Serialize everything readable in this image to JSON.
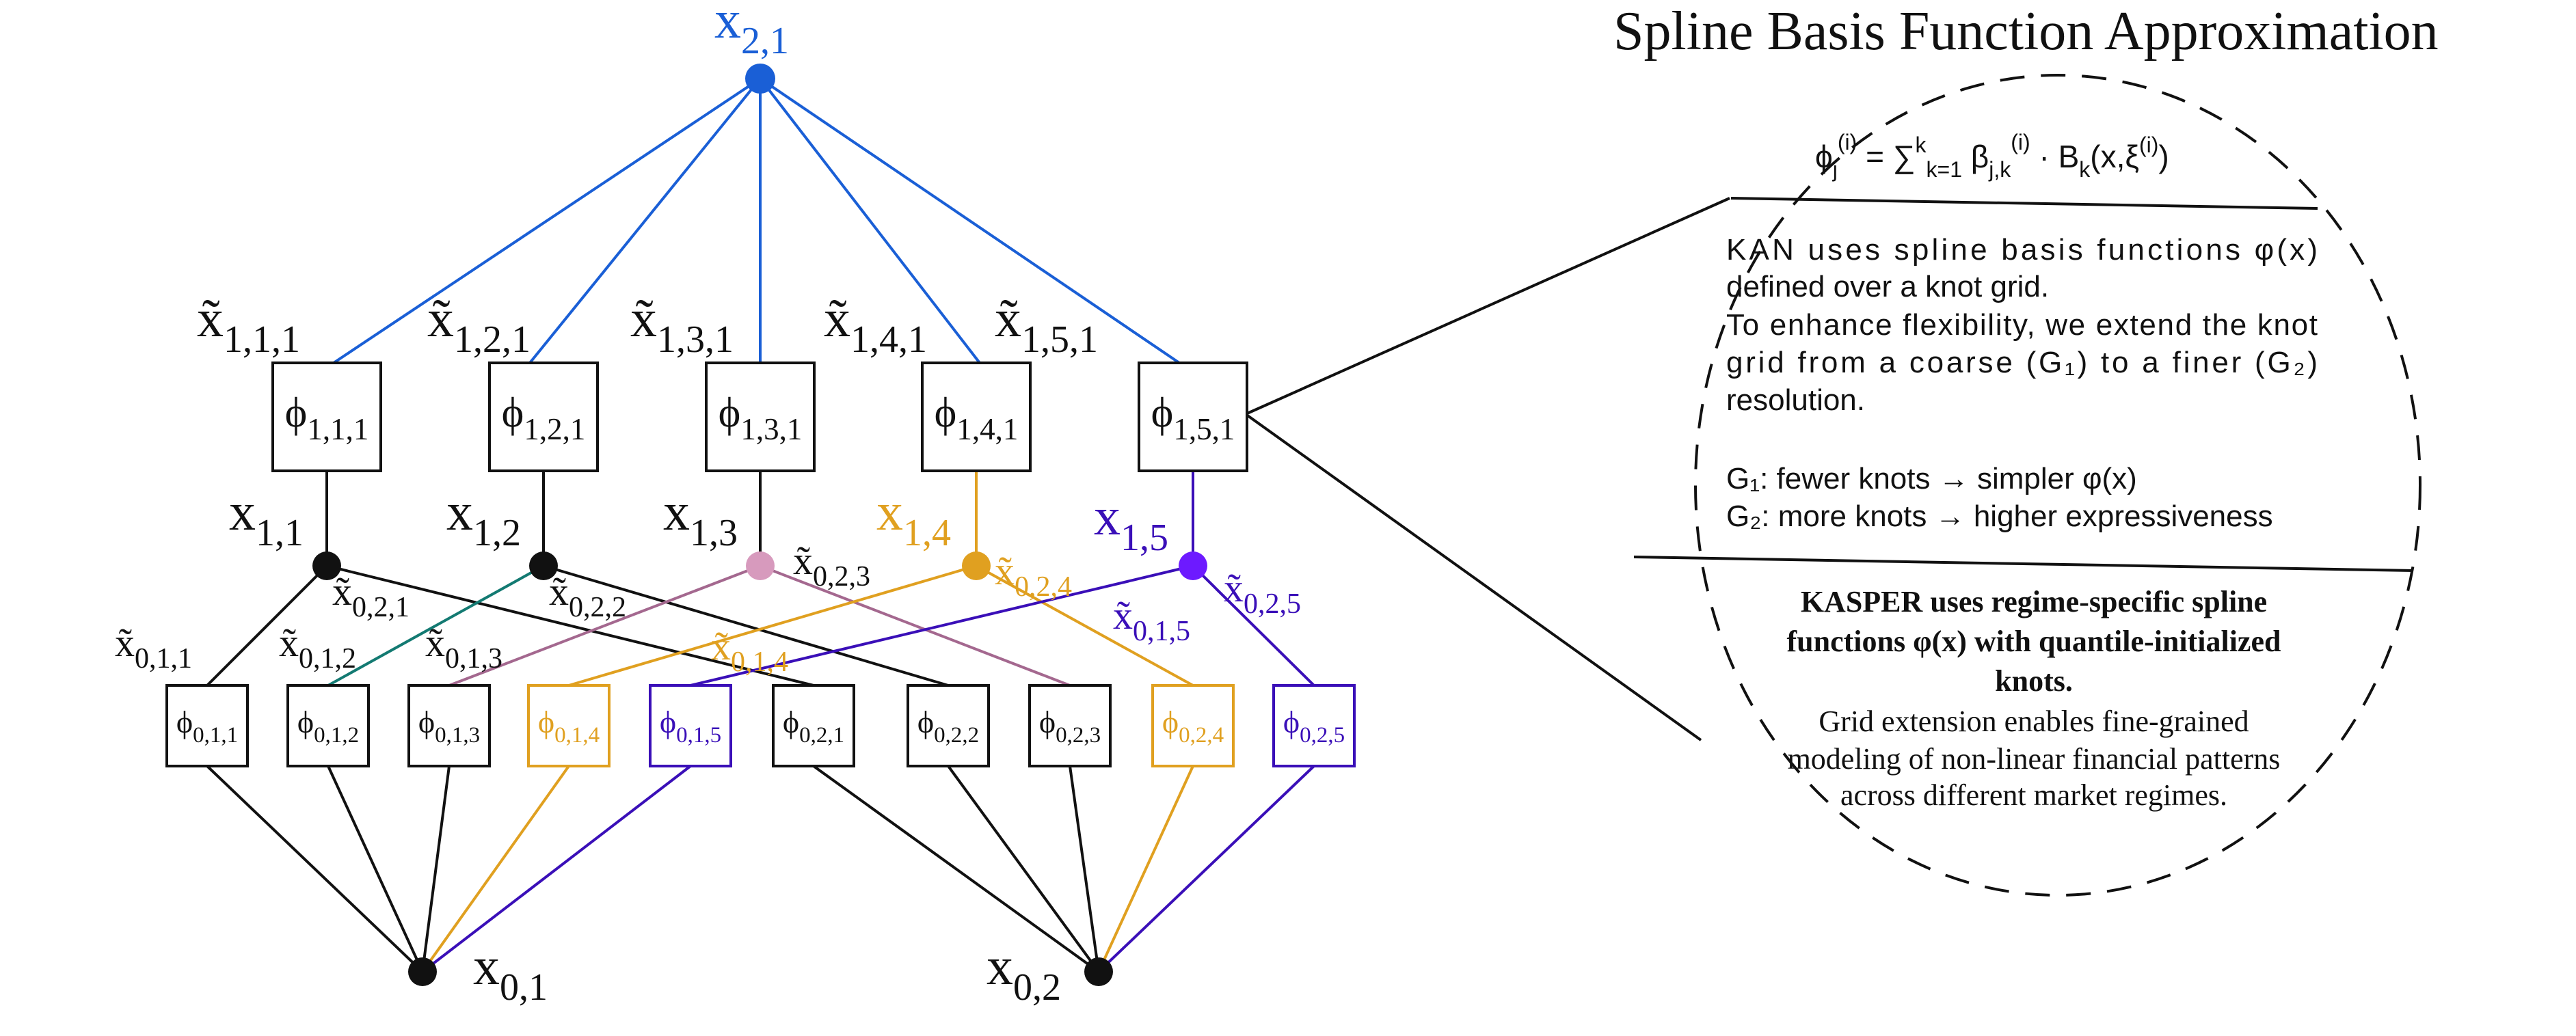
{
  "title": "Spline Basis Function Approximation",
  "colors": {
    "black": "#111111",
    "blue": "#1a5fd6",
    "teal": "#137a72",
    "pink": "#a4688f",
    "pink_fill": "#d79abd",
    "orange": "#e0a020",
    "purple": "#3a0fb8",
    "purple_fill": "#6d1aff"
  },
  "output_node": {
    "label": "x",
    "sub": "2,1",
    "color": "blue"
  },
  "layer1_boxes": [
    {
      "label": "ϕ",
      "sub": "1,1,1"
    },
    {
      "label": "ϕ",
      "sub": "1,2,1"
    },
    {
      "label": "ϕ",
      "sub": "1,3,1"
    },
    {
      "label": "ϕ",
      "sub": "1,4,1"
    },
    {
      "label": "ϕ",
      "sub": "1,5,1"
    }
  ],
  "layer1_tilde_labels": [
    {
      "label": "x̃",
      "sub": "1,1,1"
    },
    {
      "label": "x̃",
      "sub": "1,2,1"
    },
    {
      "label": "x̃",
      "sub": "1,3,1"
    },
    {
      "label": "x̃",
      "sub": "1,4,1"
    },
    {
      "label": "x̃",
      "sub": "1,5,1"
    }
  ],
  "hidden_nodes": [
    {
      "label": "x",
      "sub": "1,1",
      "color": "black"
    },
    {
      "label": "x",
      "sub": "1,2",
      "color": "black"
    },
    {
      "label": "x",
      "sub": "1,3",
      "color": "black"
    },
    {
      "label": "x",
      "sub": "1,4",
      "color": "orange"
    },
    {
      "label": "x",
      "sub": "1,5",
      "color": "purple"
    }
  ],
  "hidden_tilde_labels": [
    {
      "label": "x̃",
      "sub": "0,2,1",
      "color": "black"
    },
    {
      "label": "x̃",
      "sub": "0,2,2",
      "color": "black"
    },
    {
      "label": "x̃",
      "sub": "0,2,3",
      "color": "black"
    },
    {
      "label": "x̃",
      "sub": "0,2,4",
      "color": "orange"
    },
    {
      "label": "x̃",
      "sub": "0,2,5",
      "color": "purple"
    },
    {
      "label": "x̃",
      "sub": "0,1,1",
      "color": "black"
    },
    {
      "label": "x̃",
      "sub": "0,1,2",
      "color": "black"
    },
    {
      "label": "x̃",
      "sub": "0,1,3",
      "color": "black"
    },
    {
      "label": "x̃",
      "sub": "0,1,4",
      "color": "orange"
    },
    {
      "label": "x̃",
      "sub": "0,1,5",
      "color": "purple"
    }
  ],
  "layer0_boxes": [
    {
      "label": "ϕ",
      "sub": "0,1,1",
      "color": "black"
    },
    {
      "label": "ϕ",
      "sub": "0,1,2",
      "color": "black"
    },
    {
      "label": "ϕ",
      "sub": "0,1,3",
      "color": "black"
    },
    {
      "label": "ϕ",
      "sub": "0,1,4",
      "color": "orange"
    },
    {
      "label": "ϕ",
      "sub": "0,1,5",
      "color": "purple"
    },
    {
      "label": "ϕ",
      "sub": "0,2,1",
      "color": "black"
    },
    {
      "label": "ϕ",
      "sub": "0,2,2",
      "color": "black"
    },
    {
      "label": "ϕ",
      "sub": "0,2,3",
      "color": "black"
    },
    {
      "label": "ϕ",
      "sub": "0,2,4",
      "color": "orange"
    },
    {
      "label": "ϕ",
      "sub": "0,2,5",
      "color": "purple"
    }
  ],
  "input_nodes": [
    {
      "label": "x",
      "sub": "0,1"
    },
    {
      "label": "x",
      "sub": "0,2"
    }
  ],
  "formula": {
    "lhs": "ϕ",
    "lhs_sub": "j",
    "lhs_sup": "(i)",
    "eq": "=",
    "sum": "∑",
    "sum_sup": "k",
    "sum_sub": "k=1",
    "beta": "β",
    "beta_sub": "j,k",
    "beta_sup": "(i)",
    "dot": "·",
    "basis": "B",
    "basis_sub": "k",
    "args": "(x,ξ",
    "args_sup": "(i)",
    "args_close": ")"
  },
  "kan_text": {
    "line1": "KAN uses spline basis functions φ(x)",
    "line2": "defined over a knot grid.",
    "line3": "To enhance flexibility, we extend the knot",
    "line4": "grid from a coarse (G₁) to a finer (G₂)",
    "line5": "resolution.",
    "g1": "G₁: fewer knots → simpler φ(x)",
    "g2": "G₂: more knots → higher expressiveness"
  },
  "kasper_text": {
    "bold1": "KASPER uses regime-specific spline",
    "bold2": "functions φ(x) with quantile-initialized",
    "bold3": "knots.",
    "line1": "Grid extension enables fine-grained",
    "line2": "modeling of non-linear financial patterns",
    "line3": "across different market regimes."
  }
}
